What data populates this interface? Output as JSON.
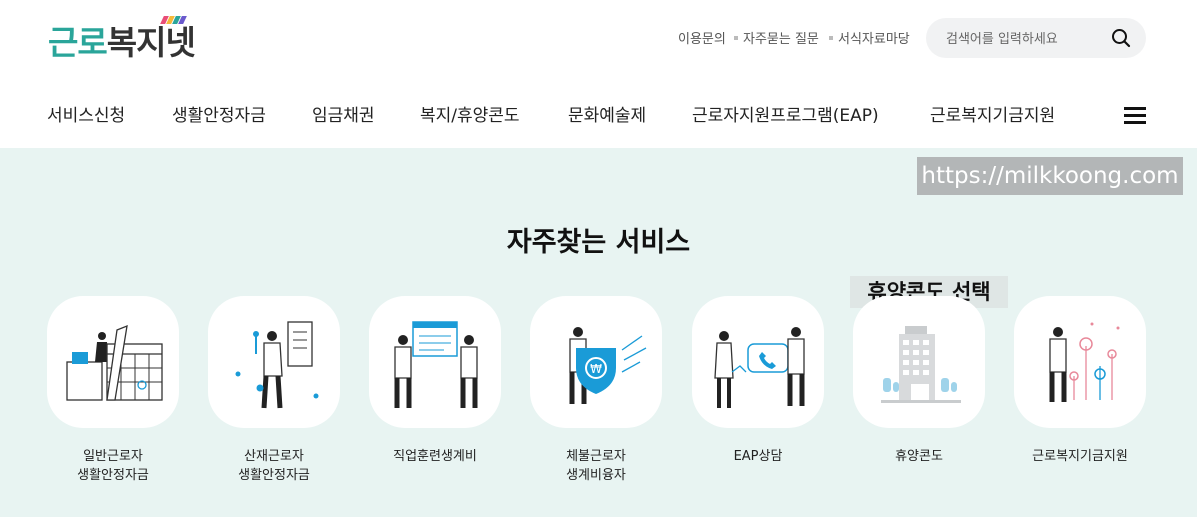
{
  "logo": {
    "part1": "근로",
    "part2": "복지넷"
  },
  "util_links": [
    "이용문의",
    "자주묻는 질문",
    "서식자료마당"
  ],
  "search": {
    "placeholder": "검색어를 입력하세요"
  },
  "gnb": [
    "서비스신청",
    "생활안정자금",
    "임금채권",
    "복지/휴양콘도",
    "문화예술제",
    "근로자지원프로그램(EAP)",
    "근로복지기금지원"
  ],
  "watermark": "https://milkkoong.com",
  "section_title": "자주찾는 서비스",
  "overlay_label": "휴양콘도 선택",
  "services": [
    {
      "line1": "일반근로자",
      "line2": "생활안정자금"
    },
    {
      "line1": "산재근로자",
      "line2": "생활안정자금"
    },
    {
      "line1": "직업훈련생계비",
      "line2": ""
    },
    {
      "line1": "체불근로자",
      "line2": "생계비융자"
    },
    {
      "line1": "EAP상담",
      "line2": ""
    },
    {
      "line1": "휴양콘도",
      "line2": ""
    },
    {
      "line1": "근로복지기금지원",
      "line2": ""
    }
  ],
  "colors": {
    "brand_teal": "#2aa59a",
    "background": "#e8f4f2",
    "icon_blue": "#1a9bd7"
  }
}
